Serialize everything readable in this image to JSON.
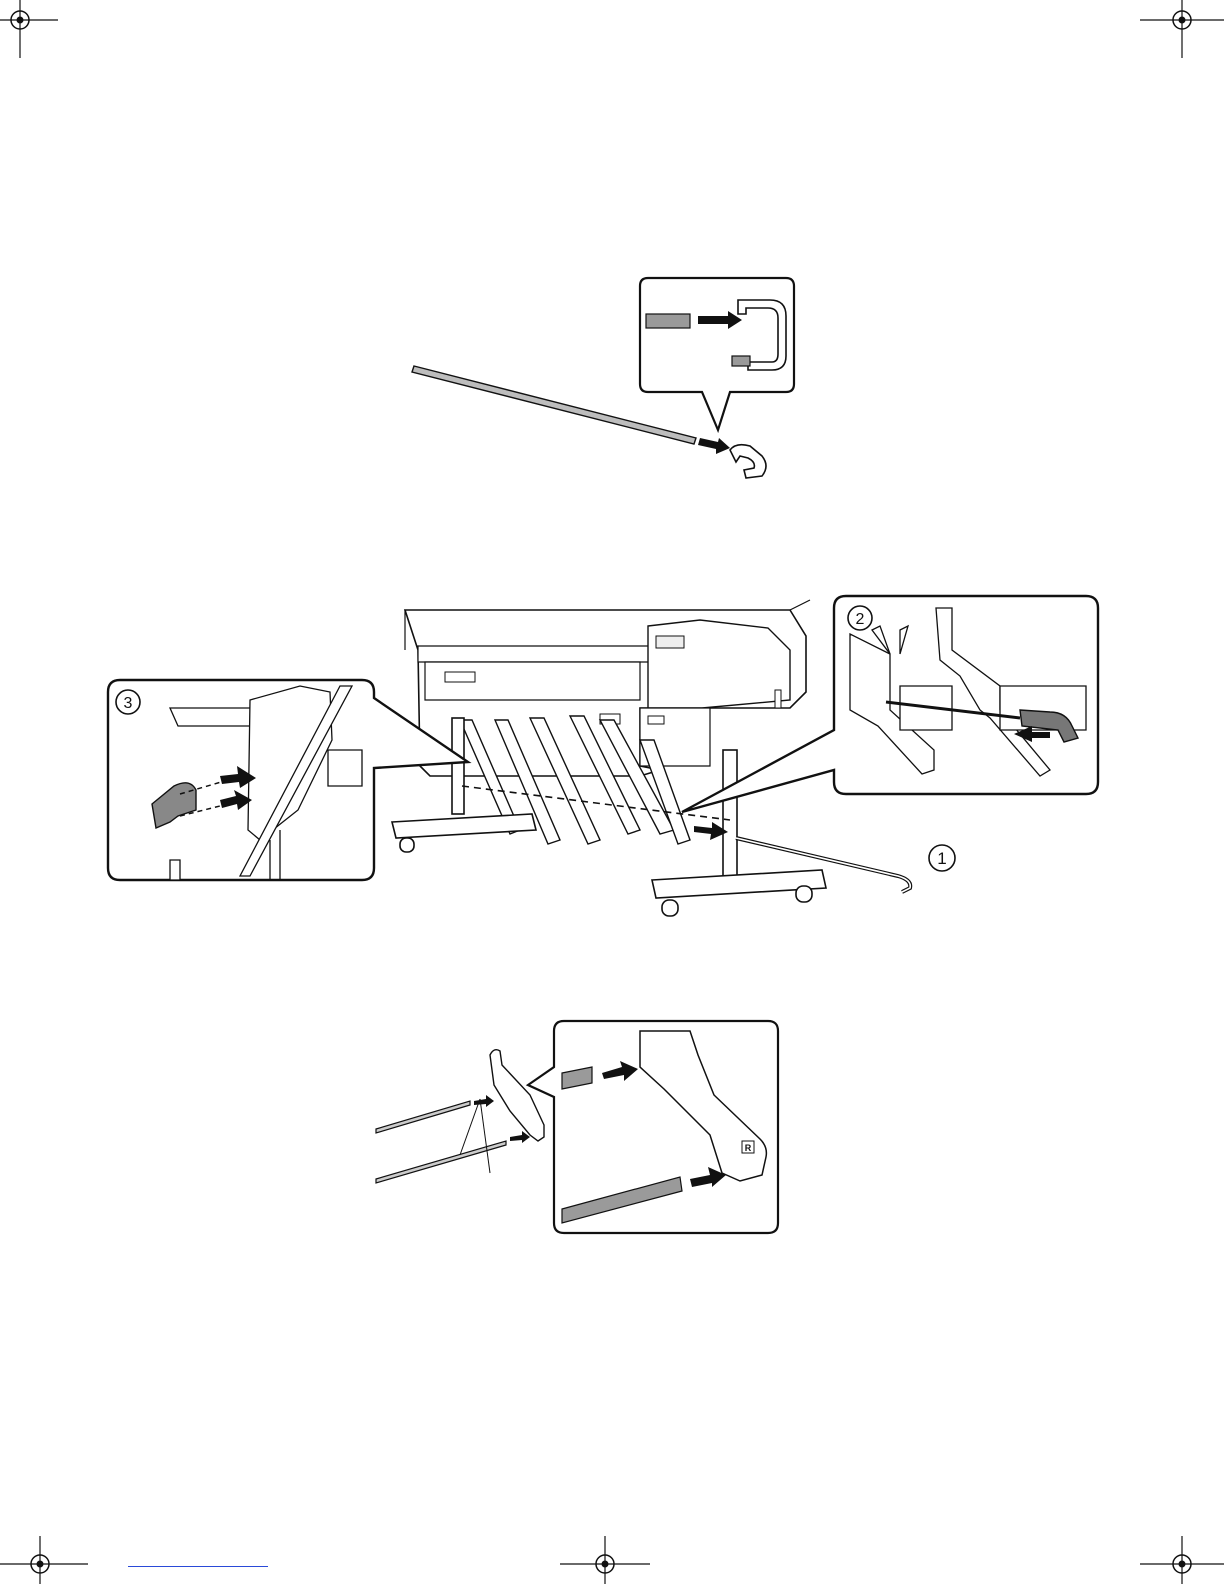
{
  "document": {
    "type": "printer assembly instruction page",
    "colors": {
      "line": "#111111",
      "part_gray": "#9a9a9a",
      "dark_gray": "#666666",
      "link_blue": "#2a4ad8"
    }
  },
  "figures": [
    {
      "id": "fig1",
      "name": "rod-end-cap-attachment",
      "callout": "inset-zoom"
    },
    {
      "id": "fig2",
      "name": "printer-stand-rod-installation",
      "labels": [
        "①",
        "②",
        "③"
      ]
    },
    {
      "id": "fig3",
      "name": "guide-arm-rod-attachment",
      "inset_badge": "R"
    }
  ],
  "icons": [
    "registration-mark-icon",
    "arrow-icon",
    "rod-icon",
    "end-cap-icon",
    "printer-icon",
    "caster-icon"
  ]
}
